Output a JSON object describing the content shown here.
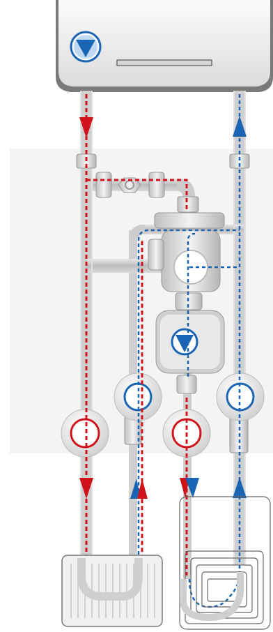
{
  "diagram": {
    "type": "heating-system-schematic",
    "components": {
      "boiler": {
        "icon": "pump-symbol-icon"
      },
      "mixing_valve": {
        "icon": "mixing-valve-icon"
      },
      "circulation_pump": {
        "icon": "pump-symbol-icon"
      },
      "valves": [
        {
          "id": "radiator-supply-valve",
          "color": "#d0121b"
        },
        {
          "id": "radiator-return-valve",
          "color": "#1a64b4"
        },
        {
          "id": "floor-supply-valve",
          "color": "#d0121b"
        },
        {
          "id": "floor-return-valve",
          "color": "#1a64b4"
        }
      ],
      "emitters": [
        {
          "id": "radiator",
          "icon": "radiator-icon"
        },
        {
          "id": "underfloor-heating",
          "icon": "floor-heating-coil-icon"
        }
      ]
    },
    "colors": {
      "hot_flow": "#d0121b",
      "cold_return": "#1a64b4",
      "pipe": "#c9c9c9",
      "panel": "#f4f4f4"
    }
  }
}
